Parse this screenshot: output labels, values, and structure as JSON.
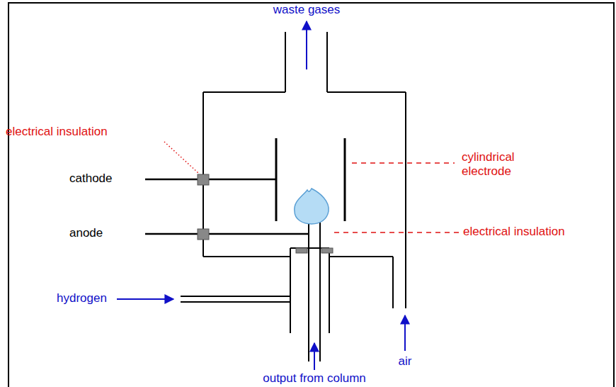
{
  "diagram": {
    "labels": [
      "waste gases",
      "electrical insulation",
      "cathode",
      "cylindrical electrode",
      "anode",
      "electrical insulation",
      "hydrogen",
      "air",
      "output from column"
    ]
  }
}
